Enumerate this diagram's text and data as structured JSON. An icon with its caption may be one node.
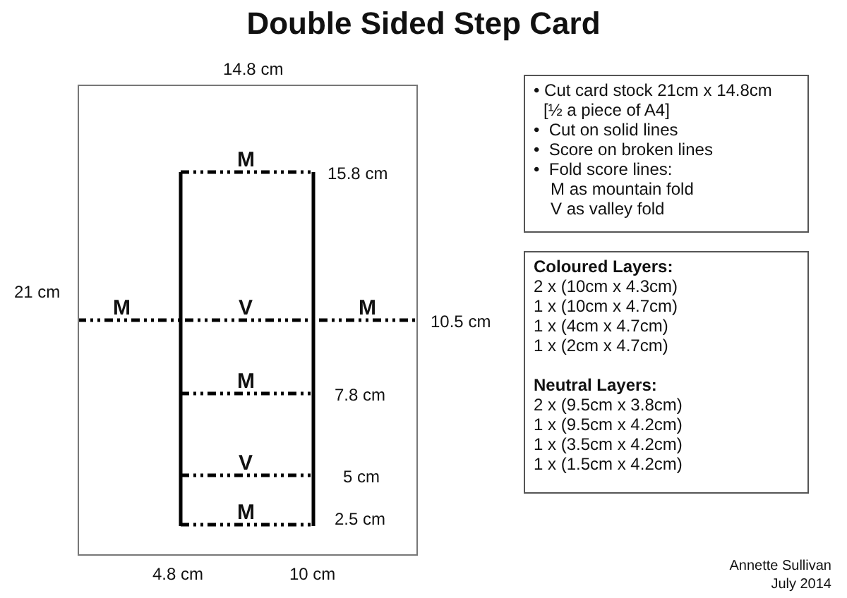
{
  "diagram": {
    "title": "Double Sided Step Card",
    "nodes": [
      {
        "text": [],
        "shape": "box"
      },
      {
        "text": [
          "• Cut card stock 21cm x 14.8cm [½ a piece of A4]",
          "•  Cut on solid lines",
          "•  Score on broken lines",
          "•  Fold score lines:",
          "M as mountain fold",
          "V as valley fold"
        ]
      },
      {
        "text": [
          "Coloured Layers:",
          "2 x (10cm x 4.3cm)",
          "1 x (10cm x 4.7cm)",
          "1 x (4cm x 4.7cm)",
          "1 x (2cm x 4.7cm)",
          "Neutral Layers:",
          "2 x (9.5cm x 3.8cm)",
          "1 x (9.5cm x 4.2cm)",
          "1 x (3.5cm x 4.2cm)",
          "1 x (1.5cm x 4.2cm)"
        ]
      }
    ],
    "edges": [],
    "labels": [
      "14.8 cm",
      "M",
      "15.8 cm",
      "21 cm",
      "M",
      "V",
      "M",
      "10.5 cm",
      "M",
      "7.8 cm",
      "V",
      "5 cm",
      "M",
      "2.5 cm",
      "4.8 cm",
      "10 cm",
      "Annette Sullivan",
      "July 2014"
    ]
  }
}
